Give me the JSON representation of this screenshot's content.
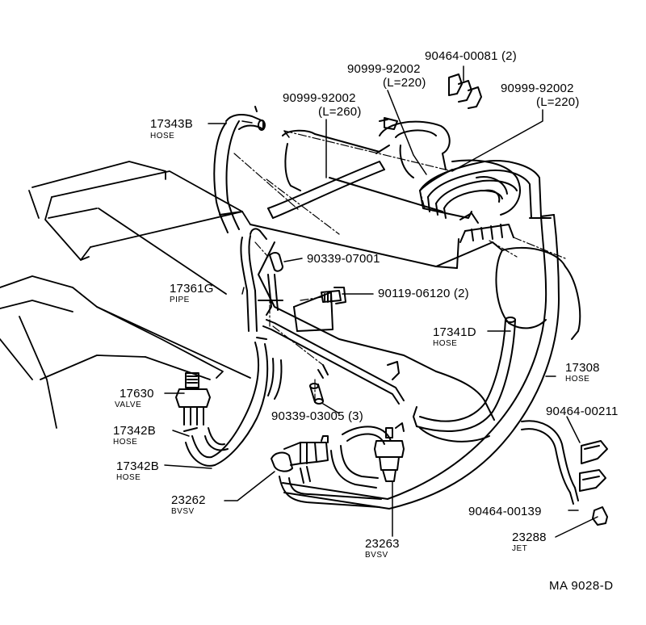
{
  "labels": {
    "p_90464_00081": "90464-00081 (2)",
    "p_90999_92002_a": "90999-92002",
    "p_90999_92002_a_l": "(L=220)",
    "p_90999_92002_b": "90999-92002",
    "p_90999_92002_b_l": "(L=220)",
    "p_90999_92002_c": "90999-92002",
    "p_90999_92002_c_l": "(L=260)",
    "p_17343b": "17343B",
    "p_17343b_sub": "HOSE",
    "p_90339_07001": "90339-07001",
    "p_17361g": "17361G",
    "p_17361g_sub": "PIPE",
    "p_90119_06120": "90119-06120 (2)",
    "p_17341d": "17341D",
    "p_17341d_sub": "HOSE",
    "p_17308": "17308",
    "p_17308_sub": "HOSE",
    "p_17630": "17630",
    "p_17630_sub": "VALVE",
    "p_90339_03005": "90339-03005 (3)",
    "p_90464_00211": "90464-00211",
    "p_17342b_a": "17342B",
    "p_17342b_a_sub": "HOSE",
    "p_17342b_b": "17342B",
    "p_17342b_b_sub": "HOSE",
    "p_23262": "23262",
    "p_23262_sub": "BVSV",
    "p_90464_00139": "90464-00139",
    "p_23288": "23288",
    "p_23288_sub": "JET",
    "p_23263": "23263",
    "p_23263_sub": "BVSV",
    "code": "MA  9028-D"
  }
}
